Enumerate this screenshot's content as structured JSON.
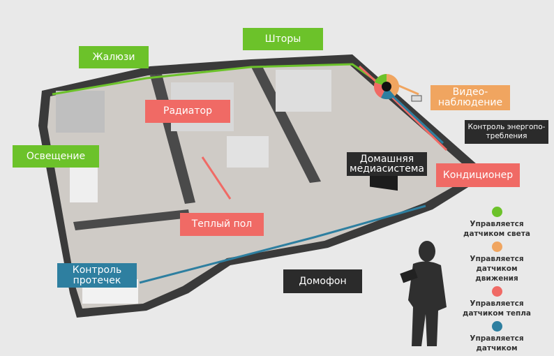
{
  "labels": {
    "blinds": "Жалюзи",
    "curtains": "Шторы",
    "radiator": "Радиатор",
    "lighting": "Освещение",
    "video": "Видео-\nнаблюдение",
    "energy": "Контроль энергопо-\nтребления",
    "media": "Домашняя\nмедиасистема",
    "conditioner": "Кондиционер",
    "floor_heating": "Теплый пол",
    "leak": "Контроль\nпротечек",
    "intercom": "Домофон"
  },
  "legend": [
    {
      "color": "#6cc22a",
      "text": "Управляется датчиком света"
    },
    {
      "color": "#f0a560",
      "text": "Управляется датчиком движения"
    },
    {
      "color": "#f06a65",
      "text": "Управляется датчиком тепла"
    },
    {
      "color": "#2e7fa0",
      "text": "Управляется датчиком"
    }
  ],
  "colors": {
    "light": "#6cc22a",
    "motion": "#f0a560",
    "heat": "#f06a65",
    "water": "#2e7fa0",
    "dark": "#2b2b2b"
  }
}
